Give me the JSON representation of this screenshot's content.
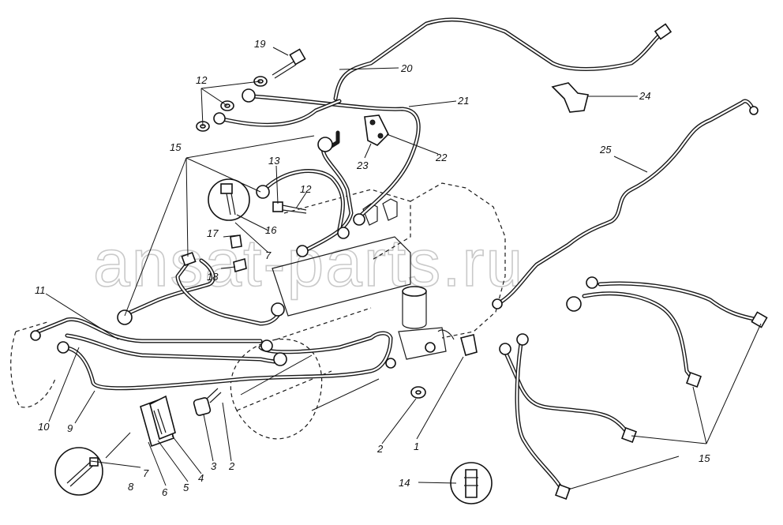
{
  "watermark": "ansat-parts.ru",
  "callouts": [
    {
      "id": "c1",
      "text": "1"
    },
    {
      "id": "c2a",
      "text": "2"
    },
    {
      "id": "c2b",
      "text": "2"
    },
    {
      "id": "c3",
      "text": "3"
    },
    {
      "id": "c4",
      "text": "4"
    },
    {
      "id": "c5",
      "text": "5"
    },
    {
      "id": "c6",
      "text": "6"
    },
    {
      "id": "c7a",
      "text": "7"
    },
    {
      "id": "c7b",
      "text": "7"
    },
    {
      "id": "c8",
      "text": "8"
    },
    {
      "id": "c9",
      "text": "9"
    },
    {
      "id": "c10",
      "text": "10"
    },
    {
      "id": "c11",
      "text": "11"
    },
    {
      "id": "c12a",
      "text": "12"
    },
    {
      "id": "c12b",
      "text": "12"
    },
    {
      "id": "c13",
      "text": "13"
    },
    {
      "id": "c14",
      "text": "14"
    },
    {
      "id": "c15a",
      "text": "15"
    },
    {
      "id": "c15b",
      "text": "15"
    },
    {
      "id": "c16",
      "text": "16"
    },
    {
      "id": "c17",
      "text": "17"
    },
    {
      "id": "c18",
      "text": "18"
    },
    {
      "id": "c19",
      "text": "19"
    },
    {
      "id": "c20",
      "text": "20"
    },
    {
      "id": "c21",
      "text": "21"
    },
    {
      "id": "c22",
      "text": "22"
    },
    {
      "id": "c23",
      "text": "23"
    },
    {
      "id": "c24",
      "text": "24"
    },
    {
      "id": "c25",
      "text": "25"
    }
  ]
}
